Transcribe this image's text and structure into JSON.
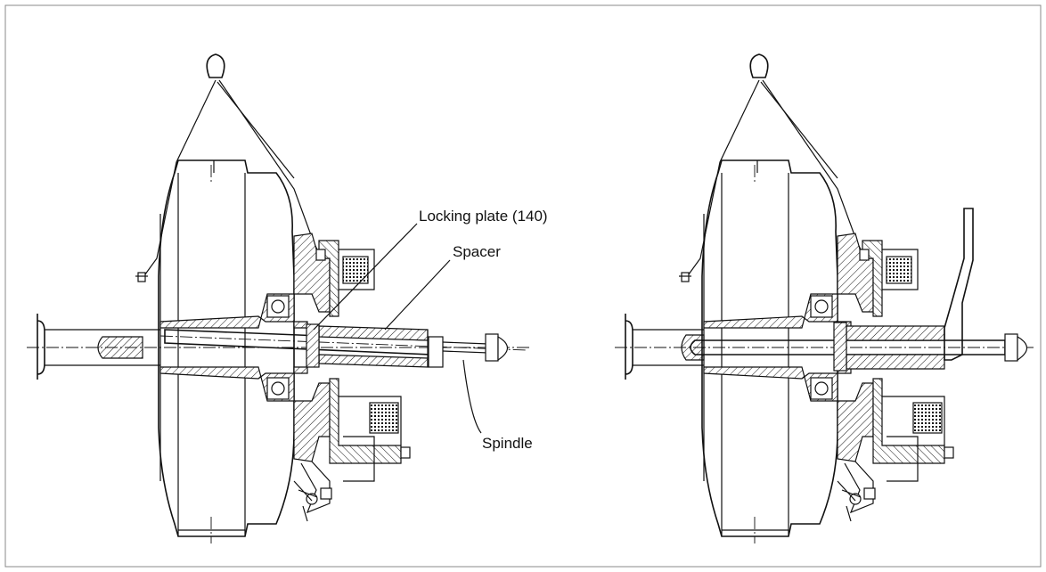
{
  "labels": {
    "locking_plate": "Locking plate (140)",
    "spacer": "Spacer",
    "spindle": "Spindle"
  },
  "colors": {
    "ink": "#111111",
    "background": "#ffffff",
    "border": "#888888"
  }
}
